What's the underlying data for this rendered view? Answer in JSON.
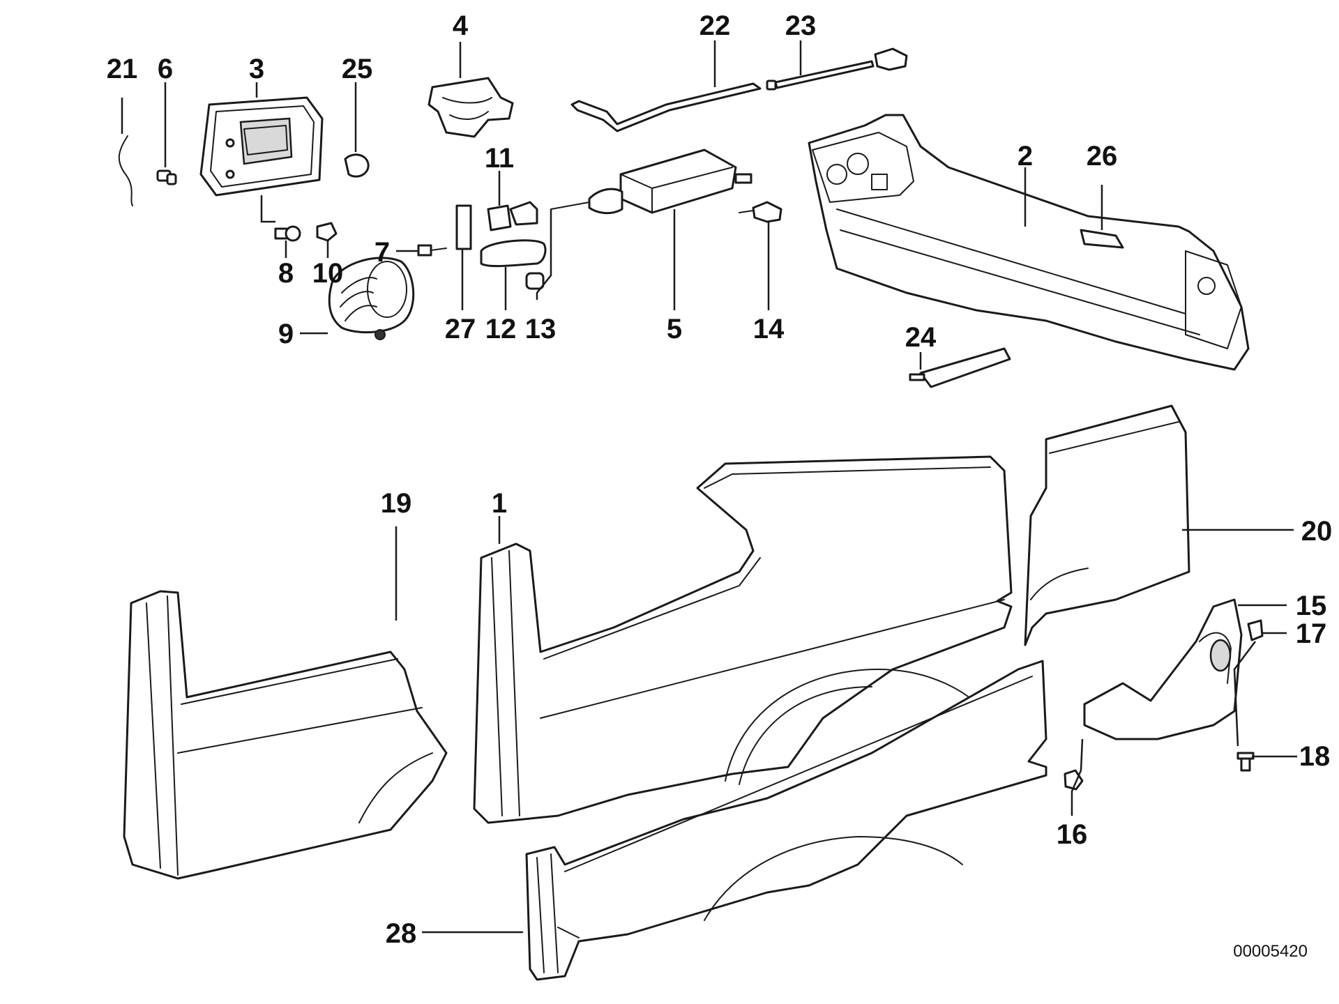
{
  "diagram": {
    "callouts": [
      {
        "id": "c21",
        "text": "21"
      },
      {
        "id": "c6",
        "text": "6"
      },
      {
        "id": "c3",
        "text": "3"
      },
      {
        "id": "c25",
        "text": "25"
      },
      {
        "id": "c4",
        "text": "4"
      },
      {
        "id": "c22",
        "text": "22"
      },
      {
        "id": "c23",
        "text": "23"
      },
      {
        "id": "c2",
        "text": "2"
      },
      {
        "id": "c26",
        "text": "26"
      },
      {
        "id": "c11",
        "text": "11"
      },
      {
        "id": "c7",
        "text": "7"
      },
      {
        "id": "c8",
        "text": "8"
      },
      {
        "id": "c10",
        "text": "10"
      },
      {
        "id": "c9",
        "text": "9"
      },
      {
        "id": "c27",
        "text": "27"
      },
      {
        "id": "c12",
        "text": "12"
      },
      {
        "id": "c13",
        "text": "13"
      },
      {
        "id": "c5",
        "text": "5"
      },
      {
        "id": "c14",
        "text": "14"
      },
      {
        "id": "c24",
        "text": "24"
      },
      {
        "id": "c19",
        "text": "19"
      },
      {
        "id": "c1",
        "text": "1"
      },
      {
        "id": "c20",
        "text": "20"
      },
      {
        "id": "c15",
        "text": "15"
      },
      {
        "id": "c17",
        "text": "17"
      },
      {
        "id": "c18",
        "text": "18"
      },
      {
        "id": "c16",
        "text": "16"
      },
      {
        "id": "c28",
        "text": "28"
      }
    ],
    "document_number": "00005420"
  }
}
